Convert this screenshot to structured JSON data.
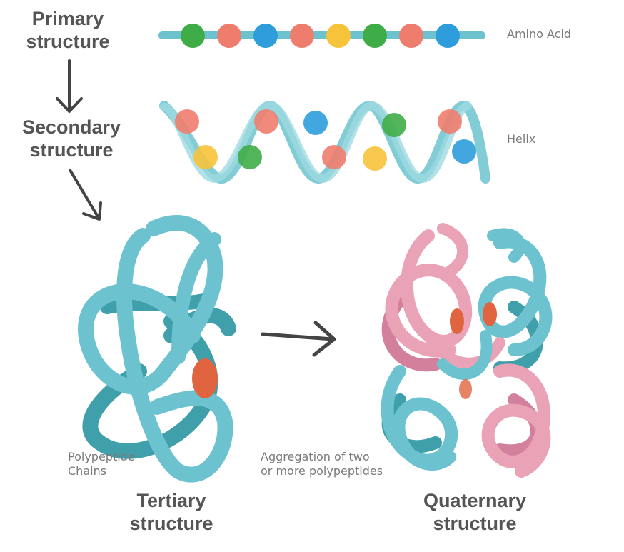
{
  "colors": {
    "strand": "#6cc3cf",
    "strand_dark": "#3f9fab",
    "pink": "#eaa3b6",
    "pink_dark": "#d2809b",
    "knot": "#e0643f",
    "arrow": "#444444",
    "bead_palette": [
      "#3fad47",
      "#ef7d6e",
      "#2f9ddc",
      "#f7c33b"
    ]
  },
  "labels": {
    "primary_l1": "Primary",
    "primary_l2": "structure",
    "secondary_l1": "Secondary",
    "secondary_l2": "structure",
    "tertiary_l1": "Tertiary",
    "tertiary_l2": "structure",
    "quaternary_l1": "Quaternary",
    "quaternary_l2": "structure"
  },
  "annotations": {
    "amino_acid": "Amino Acid",
    "helix": "Helix",
    "polypeptide_l1": "Polypeptide",
    "polypeptide_l2": "Chains",
    "aggregation_l1": "Aggregation of two",
    "aggregation_l2": "or more polypeptides"
  },
  "primary_beads": [
    "green",
    "red",
    "blue",
    "red",
    "yellow",
    "green",
    "red",
    "blue"
  ],
  "helix_beads": [
    "red",
    "yellow",
    "green",
    "red",
    "blue",
    "red",
    "yellow",
    "green",
    "red",
    "blue"
  ]
}
